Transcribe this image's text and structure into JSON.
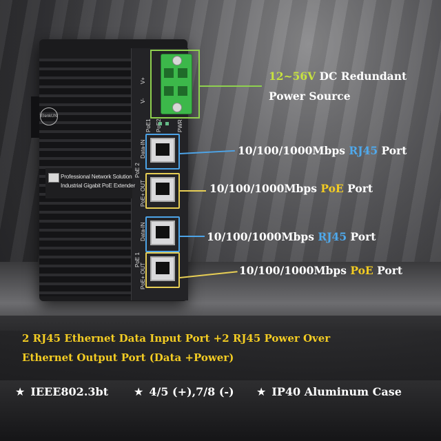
{
  "product": {
    "brand": "ElenkUN",
    "plate_line1": "Professional Network Solution",
    "plate_line2": "Industrial Gigabit PoE Extender",
    "terminal_labels": [
      "V+",
      "V-"
    ],
    "led_labels": [
      "PoE1",
      "PoE2",
      "PWR"
    ],
    "side_labels": [
      "PoE 2",
      "Data-IN",
      "PoE+ OUT",
      "PoE 1",
      "Data-IN",
      "PoE+ OUT"
    ]
  },
  "callouts": {
    "power_line1_prefix": "12~56V",
    "power_line1_rest": " DC Redundant",
    "power_line2": "Power Source",
    "rj45_1_prefix": "10/100/1000Mbps ",
    "rj45_1_highlight": "RJ45",
    "rj45_1_suffix": " Port",
    "poe_1_prefix": "10/100/1000Mbps ",
    "poe_1_highlight": "PoE",
    "poe_1_suffix": " Port",
    "rj45_2_prefix": "10/100/1000Mbps ",
    "rj45_2_highlight": "RJ45",
    "rj45_2_suffix": " Port",
    "poe_2_prefix": "10/100/1000Mbps ",
    "poe_2_highlight": "PoE",
    "poe_2_suffix": " Port"
  },
  "banner": {
    "line1": "2 RJ45 Ethernet Data Input Port +2 RJ45 Power Over",
    "line2": "Ethernet Output Port (Data +Power)"
  },
  "features": [
    {
      "star": "★",
      "text": "IEEE802.3bt"
    },
    {
      "star": "★",
      "text": "4/5 (+),7/8 (-)"
    },
    {
      "star": "★",
      "text": "IP40 Aluminum Case"
    }
  ],
  "colors": {
    "blue": "#4fa9ec",
    "yellow": "#f3cc23",
    "green": "#c7e23e",
    "terminal_green": "#3cb84a"
  }
}
